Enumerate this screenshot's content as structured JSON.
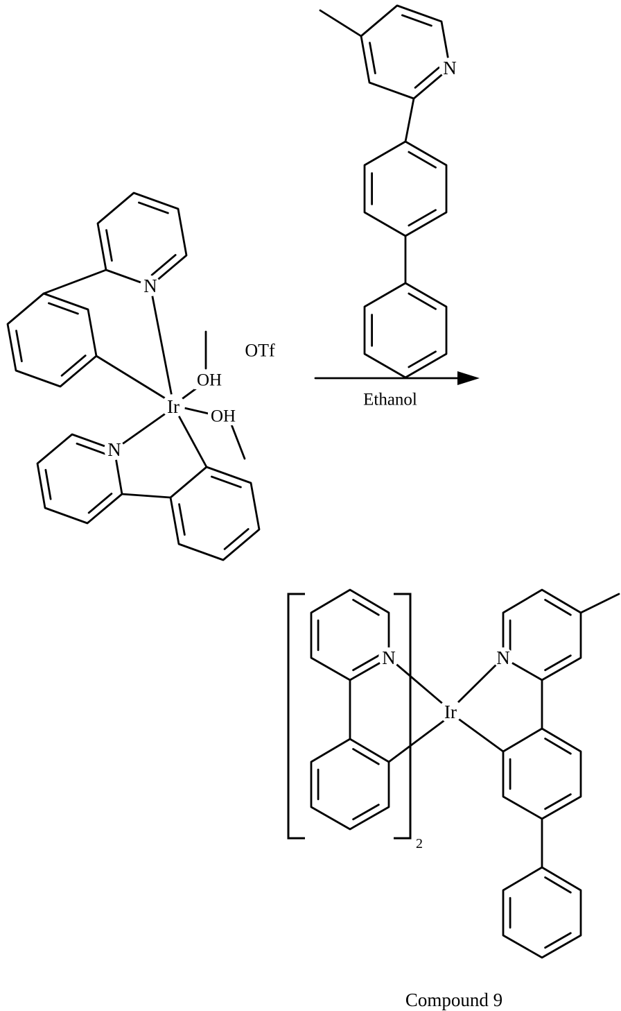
{
  "labels": {
    "nitrogen": "N",
    "iridium": "Ir",
    "hydroxide": "OH",
    "triflate": "OTf",
    "solvent": "Ethanol",
    "bracket_subscript": "2",
    "product_caption": "Compound 9"
  },
  "colors": {
    "line": "#000000",
    "background": "#ffffff"
  }
}
